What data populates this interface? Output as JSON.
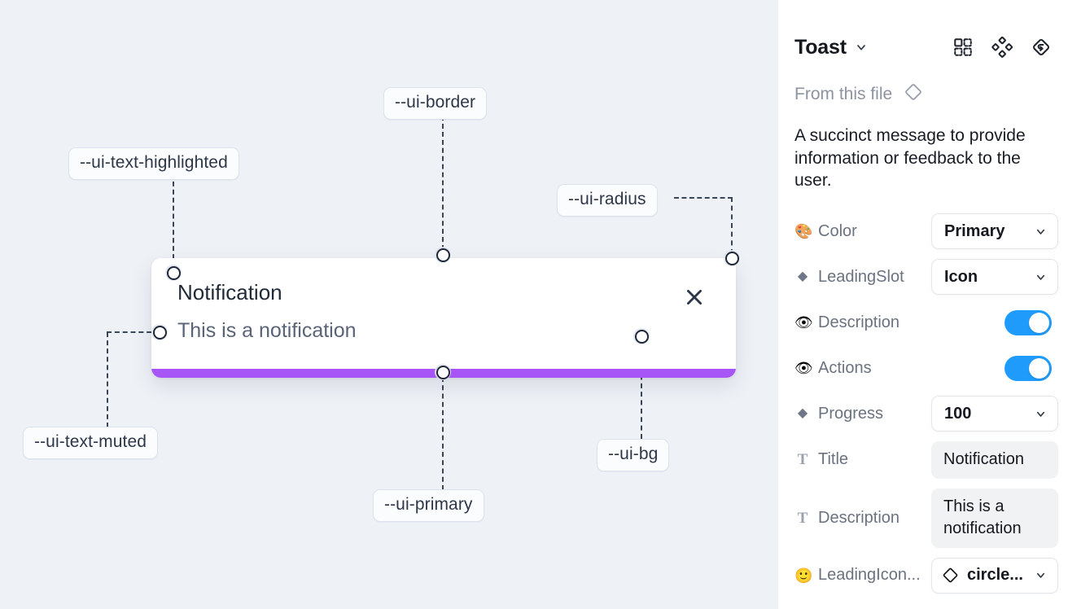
{
  "canvas": {
    "background_color": "#eef1f6",
    "tokens": [
      {
        "id": "ui-text-highlighted",
        "label": "--ui-text-highlighted"
      },
      {
        "id": "ui-border",
        "label": "--ui-border"
      },
      {
        "id": "ui-radius",
        "label": "--ui-radius"
      },
      {
        "id": "ui-text-muted",
        "label": "--ui-text-muted"
      },
      {
        "id": "ui-primary",
        "label": "--ui-primary"
      },
      {
        "id": "ui-bg",
        "label": "--ui-bg"
      }
    ],
    "toast": {
      "title": "Notification",
      "description": "This is a notification",
      "close_icon": "close-x-icon",
      "progress_color": "#a855f7",
      "background_color": "#ffffff"
    }
  },
  "panel": {
    "title": "Toast",
    "title_chevron_icon": "chevron-down-icon",
    "header_icons": [
      {
        "name": "variants-grid-icon"
      },
      {
        "name": "component-diamonds-icon"
      },
      {
        "name": "reset-overrides-icon"
      }
    ],
    "from_this_file": {
      "label": "From this file",
      "icon": "diamond-outline-icon"
    },
    "description": "A succinct message to provide information or feedback to the user.",
    "properties": [
      {
        "icon": "palette-emoji",
        "glyph": "🎨",
        "label": "Color",
        "control": "select",
        "value": "Primary",
        "chevron_icon": "chevron-down-icon"
      },
      {
        "icon": "diamond-icon",
        "glyph": "◆",
        "label": "LeadingSlot",
        "control": "select",
        "value": "Icon",
        "chevron_icon": "chevron-down-icon"
      },
      {
        "icon": "eye-emoji",
        "glyph": "👁",
        "label": "Description",
        "control": "toggle",
        "value": "on"
      },
      {
        "icon": "eye-emoji",
        "glyph": "👁",
        "label": "Actions",
        "control": "toggle",
        "value": "on"
      },
      {
        "icon": "diamond-icon",
        "glyph": "◆",
        "label": "Progress",
        "control": "select",
        "value": "100",
        "chevron_icon": "chevron-down-icon"
      },
      {
        "icon": "text-t-icon",
        "glyph": "T",
        "label": "Title",
        "control": "text",
        "value": "Notification"
      },
      {
        "icon": "text-t-icon",
        "glyph": "T",
        "label": "Description",
        "control": "text",
        "value": "This is a notification"
      },
      {
        "icon": "smiley-emoji",
        "glyph": "🙂",
        "label": "LeadingIcon...",
        "control": "icon-select",
        "value": "circle...",
        "leading_icon": "diamond-outline-icon",
        "chevron_icon": "chevron-down-icon"
      }
    ]
  },
  "colors": {
    "accent_blue": "#1f9cfb",
    "primary_purple": "#a855f7",
    "canvas_bg": "#eef1f6",
    "panel_bg": "#ffffff"
  }
}
